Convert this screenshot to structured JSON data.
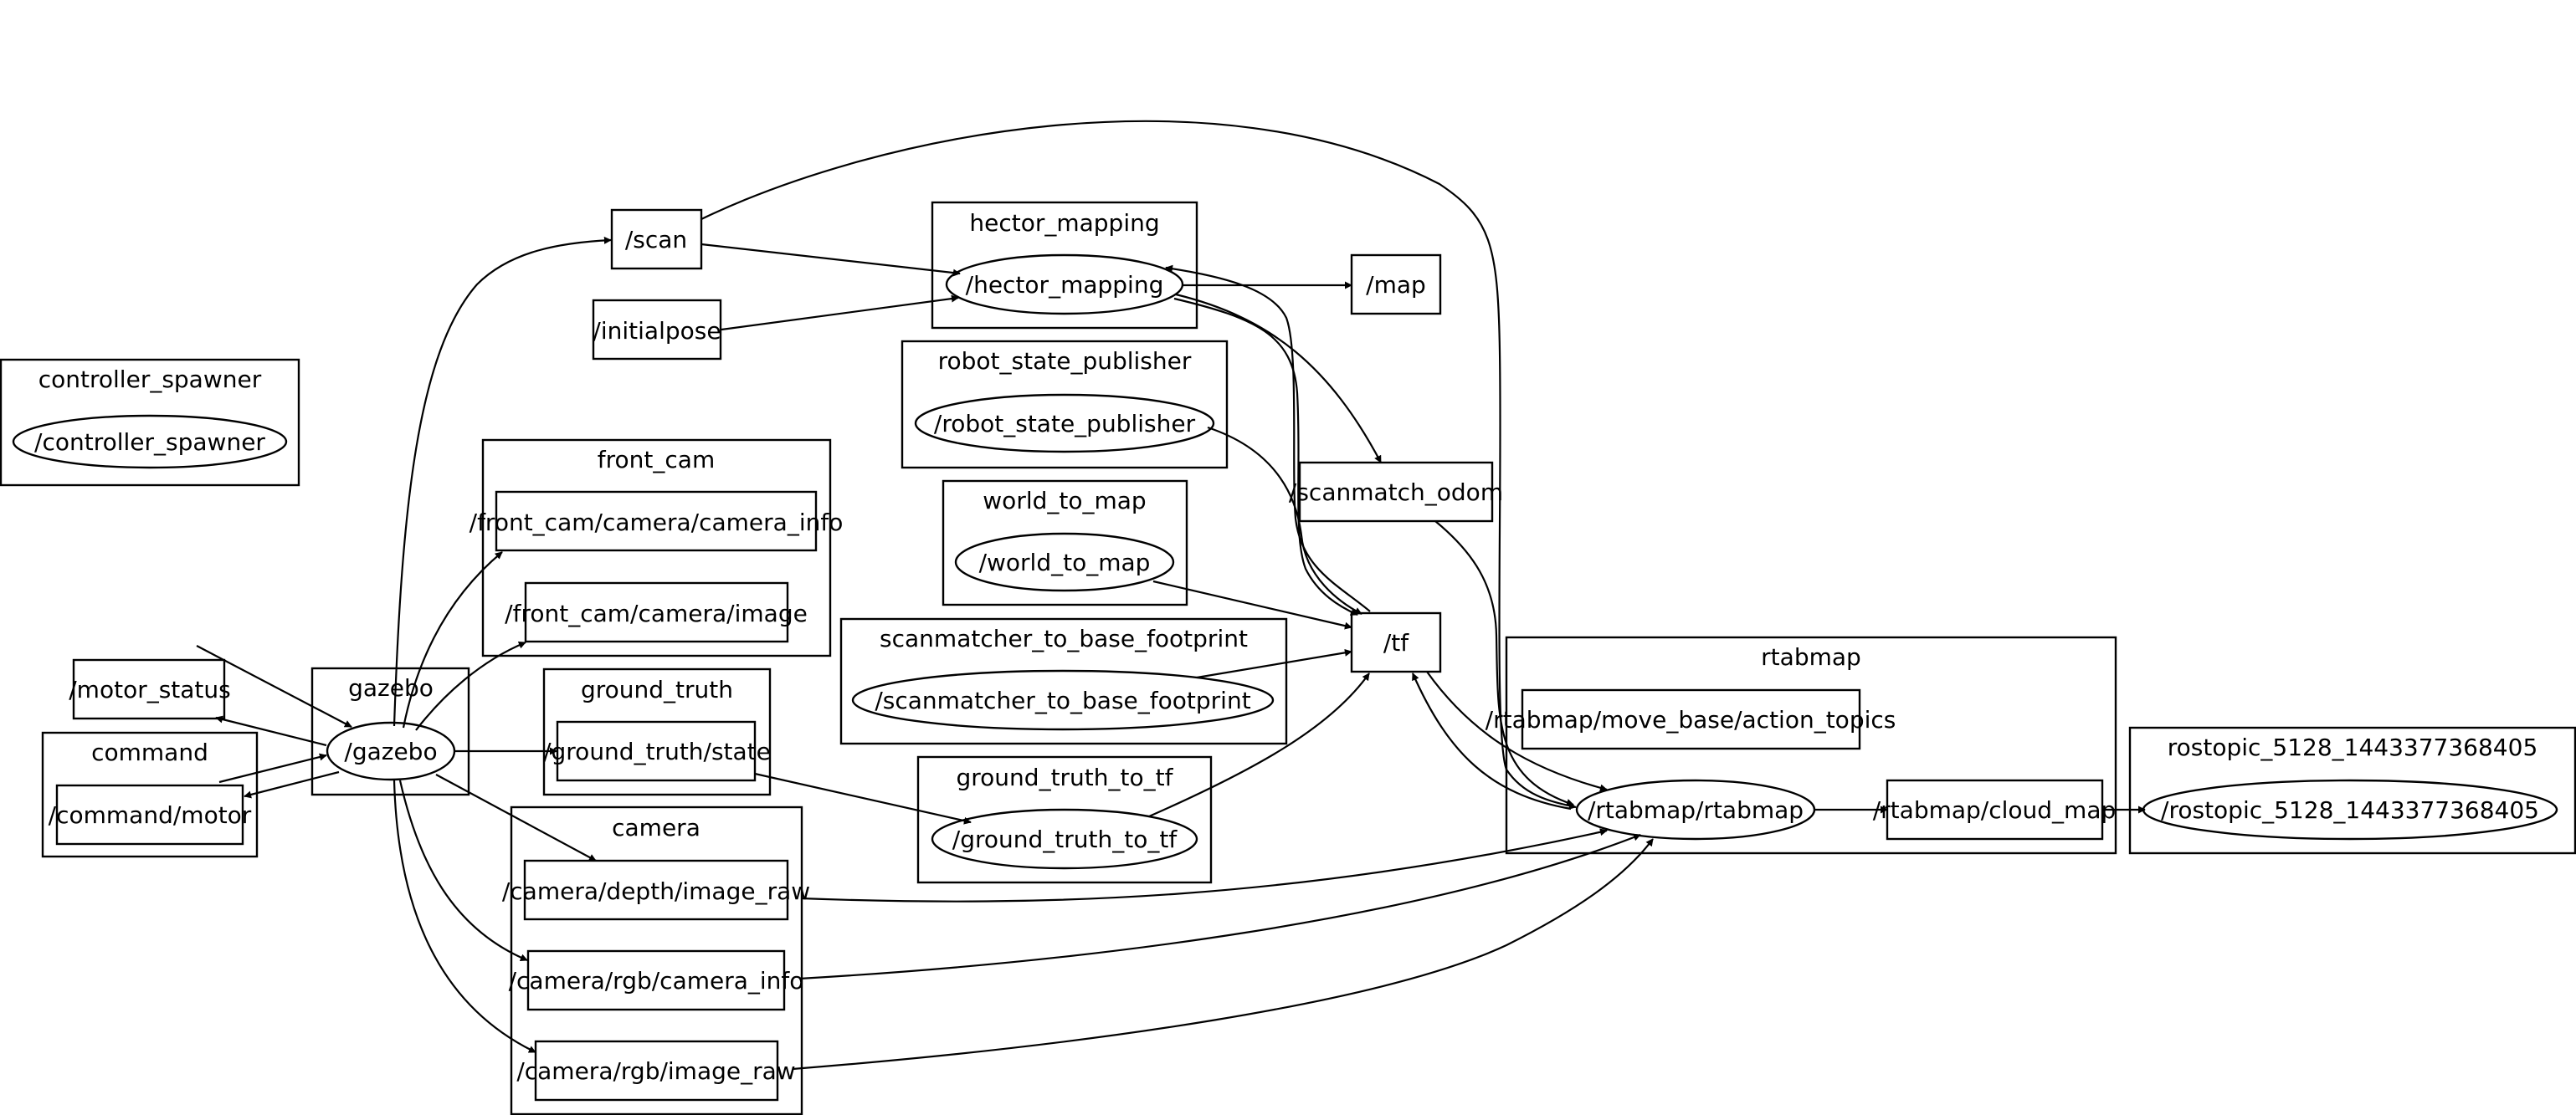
{
  "diagram": {
    "type": "ros_computation_graph",
    "colors": {
      "stroke": "#000000",
      "background": "#ffffff"
    },
    "clusters": [
      {
        "id": "controller_spawner",
        "label": "controller_spawner"
      },
      {
        "id": "hector_mapping",
        "label": "hector_mapping"
      },
      {
        "id": "robot_state_publisher",
        "label": "robot_state_publisher"
      },
      {
        "id": "front_cam",
        "label": "front_cam"
      },
      {
        "id": "world_to_map",
        "label": "world_to_map"
      },
      {
        "id": "scanmatcher_to_base_footprint",
        "label": "scanmatcher_to_base_footprint"
      },
      {
        "id": "gazebo",
        "label": "gazebo"
      },
      {
        "id": "ground_truth",
        "label": "ground_truth"
      },
      {
        "id": "command",
        "label": "command"
      },
      {
        "id": "ground_truth_to_tf",
        "label": "ground_truth_to_tf"
      },
      {
        "id": "camera",
        "label": "camera"
      },
      {
        "id": "rtabmap",
        "label": "rtabmap"
      },
      {
        "id": "rostopic",
        "label": "rostopic_5128_1443377368405"
      }
    ],
    "nodes": [
      {
        "id": "n_controller_spawner",
        "label": "/controller_spawner",
        "kind": "node"
      },
      {
        "id": "n_hector_mapping",
        "label": "/hector_mapping",
        "kind": "node"
      },
      {
        "id": "n_robot_state_publisher",
        "label": "/robot_state_publisher",
        "kind": "node"
      },
      {
        "id": "n_world_to_map",
        "label": "/world_to_map",
        "kind": "node"
      },
      {
        "id": "n_scanmatcher",
        "label": "/scanmatcher_to_base_footprint",
        "kind": "node"
      },
      {
        "id": "n_gazebo",
        "label": "/gazebo",
        "kind": "node"
      },
      {
        "id": "n_ground_truth_to_tf",
        "label": "/ground_truth_to_tf",
        "kind": "node"
      },
      {
        "id": "n_rtabmap",
        "label": "/rtabmap/rtabmap",
        "kind": "node"
      },
      {
        "id": "n_rostopic",
        "label": "/rostopic_5128_1443377368405",
        "kind": "node"
      },
      {
        "id": "t_scan",
        "label": "/scan",
        "kind": "topic"
      },
      {
        "id": "t_initialpose",
        "label": "/initialpose",
        "kind": "topic"
      },
      {
        "id": "t_map",
        "label": "/map",
        "kind": "topic"
      },
      {
        "id": "t_scanmatch_odom",
        "label": "/scanmatch_odom",
        "kind": "topic"
      },
      {
        "id": "t_tf",
        "label": "/tf",
        "kind": "topic"
      },
      {
        "id": "t_front_cam_info",
        "label": "/front_cam/camera/camera_info",
        "kind": "topic"
      },
      {
        "id": "t_front_cam_image",
        "label": "/front_cam/camera/image",
        "kind": "topic"
      },
      {
        "id": "t_motor_status",
        "label": "/motor_status",
        "kind": "topic"
      },
      {
        "id": "t_command_motor",
        "label": "/command/motor",
        "kind": "topic"
      },
      {
        "id": "t_ground_truth_state",
        "label": "/ground_truth/state",
        "kind": "topic"
      },
      {
        "id": "t_depth_raw",
        "label": "/camera/depth/image_raw",
        "kind": "topic"
      },
      {
        "id": "t_rgb_info",
        "label": "/camera/rgb/camera_info",
        "kind": "topic"
      },
      {
        "id": "t_rgb_raw",
        "label": "/camera/rgb/image_raw",
        "kind": "topic"
      },
      {
        "id": "t_action_topics",
        "label": "/rtabmap/move_base/action_topics",
        "kind": "topic"
      },
      {
        "id": "t_cloud_map",
        "label": "/rtabmap/cloud_map",
        "kind": "topic"
      }
    ],
    "edges": [
      {
        "from": "n_gazebo",
        "to": "t_scan"
      },
      {
        "from": "t_scan",
        "to": "n_hector_mapping"
      },
      {
        "from": "t_initialpose",
        "to": "n_hector_mapping"
      },
      {
        "from": "n_hector_mapping",
        "to": "t_map"
      },
      {
        "from": "n_hector_mapping",
        "to": "t_scanmatch_odom"
      },
      {
        "from": "n_hector_mapping",
        "to": "t_tf"
      },
      {
        "from": "t_tf",
        "to": "n_hector_mapping"
      },
      {
        "from": "n_robot_state_publisher",
        "to": "t_tf"
      },
      {
        "from": "n_world_to_map",
        "to": "t_tf"
      },
      {
        "from": "n_scanmatcher",
        "to": "t_tf"
      },
      {
        "from": "n_ground_truth_to_tf",
        "to": "t_tf"
      },
      {
        "from": "n_rtabmap",
        "to": "t_tf"
      },
      {
        "from": "t_tf",
        "to": "n_rtabmap"
      },
      {
        "from": "t_scan",
        "to": "n_rtabmap"
      },
      {
        "from": "t_scanmatch_odom",
        "to": "n_rtabmap"
      },
      {
        "from": "n_gazebo",
        "to": "t_front_cam_info"
      },
      {
        "from": "n_gazebo",
        "to": "t_front_cam_image"
      },
      {
        "from": "t_motor_status",
        "to": "n_gazebo"
      },
      {
        "from": "n_gazebo",
        "to": "t_motor_status"
      },
      {
        "from": "t_command_motor",
        "to": "n_gazebo"
      },
      {
        "from": "n_gazebo",
        "to": "t_command_motor"
      },
      {
        "from": "n_gazebo",
        "to": "t_ground_truth_state"
      },
      {
        "from": "t_ground_truth_state",
        "to": "n_ground_truth_to_tf"
      },
      {
        "from": "n_gazebo",
        "to": "t_depth_raw"
      },
      {
        "from": "n_gazebo",
        "to": "t_rgb_info"
      },
      {
        "from": "n_gazebo",
        "to": "t_rgb_raw"
      },
      {
        "from": "t_depth_raw",
        "to": "n_rtabmap"
      },
      {
        "from": "t_rgb_info",
        "to": "n_rtabmap"
      },
      {
        "from": "t_rgb_raw",
        "to": "n_rtabmap"
      },
      {
        "from": "n_rtabmap",
        "to": "t_cloud_map"
      },
      {
        "from": "t_cloud_map",
        "to": "n_rostopic"
      }
    ]
  }
}
